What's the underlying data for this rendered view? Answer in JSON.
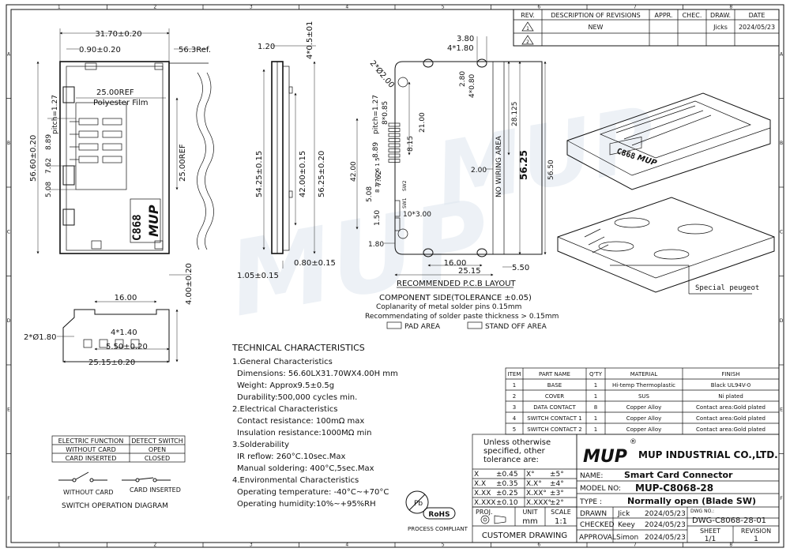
{
  "border": {
    "cols": [
      "1",
      "2",
      "3",
      "4",
      "5",
      "6",
      "7",
      "8"
    ],
    "rows": [
      "A",
      "B",
      "C",
      "D",
      "E",
      "F"
    ]
  },
  "watermark": "MUP",
  "revision_table": {
    "headers": [
      "REV.",
      "DESCRIPTION OF REVISIONS",
      "APPR.",
      "CHEC.",
      "DRAW.",
      "DATE"
    ],
    "rows": [
      {
        "rev": "1",
        "desc": "NEW",
        "appr": "",
        "chec": "",
        "draw": "Jicks",
        "date": "2024/05/23"
      },
      {
        "rev": "2",
        "desc": "",
        "appr": "",
        "chec": "",
        "draw": "",
        "date": ""
      }
    ]
  },
  "top_view": {
    "dims": {
      "width_overall": "31.70±0.20",
      "offset_left": "0.90±0.20",
      "ref_right": "56.3Ref.",
      "film_ref": "25.00REF",
      "film_label": "Polyester Film",
      "pitch": "pitch=1.27",
      "height_overall": "56.60±0.20",
      "film_height_ref": "25.00REF",
      "d889": "8.89",
      "d762": "7.62",
      "d508": "5.08",
      "d105": "1.05±0.15"
    },
    "label_c868": "C868",
    "label_mup": "MUP"
  },
  "side_view": {
    "dims": {
      "d120": "1.20",
      "d4": "4*0.5±01",
      "d5425": "54.25±0.15",
      "d42": "42.00±0.15",
      "d5625": "56.25±0.20",
      "d080": "0.80±0.15"
    }
  },
  "bottom_view": {
    "dims": {
      "d16": "16.00",
      "d400": "4.00±0.20",
      "d2phi": "2*Ø1.80",
      "d4x140": "4*1.40",
      "d550": "5.50±0.20",
      "d2515": "25.15±0.20"
    }
  },
  "pcb_layout": {
    "dims": {
      "d380": "3.80",
      "d4x180": "4*1.80",
      "d2phi200": "2*Ø2.00",
      "d280": "2.80",
      "d4x080": "4*0.80",
      "pitch": "pitch=1.27",
      "d8x085": "8*0.85",
      "d2100": "21.00",
      "d28125": "28.125",
      "d5625": "56.25",
      "d5650": "56.50",
      "d889": "8.89",
      "d815": "8.15",
      "d4200": "42.00",
      "d762": "7.62",
      "d200": "2.00",
      "d508": "5.08",
      "d10x3": "10*3.00",
      "d150": "1.50",
      "d180": "1.80",
      "d1600": "16.00",
      "d2515": "25.15",
      "d550": "5.50",
      "pins": "8 3 7 2 6 1 5",
      "sw1": "SW1",
      "sw2": "SW2"
    },
    "no_wiring": "NO WIRING AREA",
    "title": "RECOMMENDED P.C.B LAYOUT",
    "component_side": "COMPONENT SIDE(TOLERANCE ±0.05)",
    "coplanarity": "Coplanarity of metal solder pins 0.15mm",
    "solder_paste": "Recommendating of   solder paste thickness > 0.15mm",
    "legend_pad": "PAD AREA",
    "legend_standoff": "STAND OFF AREA"
  },
  "iso_view": {
    "special_label": "Special peugeot",
    "label_c868": "C868",
    "label_mup": "MUP"
  },
  "tech": {
    "title": "TECHNICAL CHARACTERISTICS",
    "sections": [
      {
        "heading": "1.General Characteristics",
        "lines": [
          "Dimensions: 56.60LX31.70WX4.00H  mm",
          "Weight: Approx9.5±0.5g",
          "Durability:500,000  cycles min."
        ]
      },
      {
        "heading": "2.Electrical Characteristics",
        "lines": [
          "Contact  resistance: 100mΩ max",
          "Insulation  resistance:1000MΩ min"
        ]
      },
      {
        "heading": "3.Solderability",
        "lines": [
          "IR reflow: 260°C.10sec.Max",
          "Manual soldering: 400°C,5sec.Max"
        ]
      },
      {
        "heading": "4.Environmental Characteristics",
        "lines": [
          "Operating temperature: -40°C~+70°C",
          "Operating humidity:10%~+95%RH"
        ]
      }
    ]
  },
  "switch_table": {
    "headers": [
      "ELECTRIC FUNCTION",
      "DETECT SWITCH"
    ],
    "rows": [
      [
        "WITHOUT CARD",
        "OPEN"
      ],
      [
        "CARD INSERTED",
        "CLOSED"
      ]
    ],
    "label_without": "WITHOUT CARD",
    "label_inserted": "CARD INSERTED",
    "caption": "SWITCH  OPERATION  DIAGRAM"
  },
  "bom": {
    "headers": [
      "ITEM",
      "PART NAME",
      "Q'TY",
      "MATERIAL",
      "FINISH"
    ],
    "rows": [
      [
        "1",
        "BASE",
        "1",
        "Hi-temp Thermoplastic",
        "Black UL94V-0"
      ],
      [
        "2",
        "COVER",
        "1",
        "SUS",
        "Ni plated"
      ],
      [
        "3",
        "DATA CONTACT",
        "8",
        "Copper Alloy",
        "Contact area:Gold plated"
      ],
      [
        "4",
        "SWITCH CONTACT 1",
        "1",
        "Copper Alloy",
        "Contact area:Gold plated"
      ],
      [
        "5",
        "SWITCH CONTACT 2",
        "1",
        "Copper Alloy",
        "Contact area:Gold plated"
      ]
    ]
  },
  "tolerance": {
    "intro": [
      "Unless  otherwise",
      "specified,  other",
      "tolerance  are:"
    ],
    "rows": [
      [
        "X",
        "±0.45",
        "X°",
        "±5°"
      ],
      [
        "X.X",
        "±0.35",
        "X.X°",
        "±4°"
      ],
      [
        "X.XX",
        "±0.25",
        "X.XX°",
        "±3°"
      ],
      [
        "X.XXX",
        "±0.10",
        "X.XXX°",
        "±2°"
      ]
    ],
    "proj": "PROJ.",
    "unit_label": "UNIT",
    "unit": "mm",
    "scale_label": "SCALE",
    "scale": "1:1",
    "customer": "CUSTOMER  DRAWING"
  },
  "rohs": {
    "label": "RoHS",
    "pb": "Pb",
    "caption": "PROCESS COMPLIANT"
  },
  "title_block": {
    "logo": "MUP",
    "registered": "®",
    "company": "MUP INDUSTRIAL CO.,LTD.",
    "name_label": "NAME:",
    "name": "Smart Card Connector",
    "model_label": "MODEL NO:",
    "model": "MUP-C8068-28",
    "type_label": "TYPE :",
    "type": "Normally open  (Blade SW)",
    "drawn_label": "DRAWN",
    "drawn_by": "Jick",
    "drawn_date": "2024/05/23",
    "checked_label": "CHECKED",
    "checked_by": "Keey",
    "checked_date": "2024/05/23",
    "approval_label": "APPROVAL",
    "approval_by": "Simon",
    "approval_date": "2024/05/23",
    "dwg_label": "DWG NO.:",
    "dwg": "DWG-C8068-28-01",
    "sheet_label": "SHEET",
    "sheet": "1/1",
    "revision_label": "REVISION",
    "revision": "1"
  }
}
